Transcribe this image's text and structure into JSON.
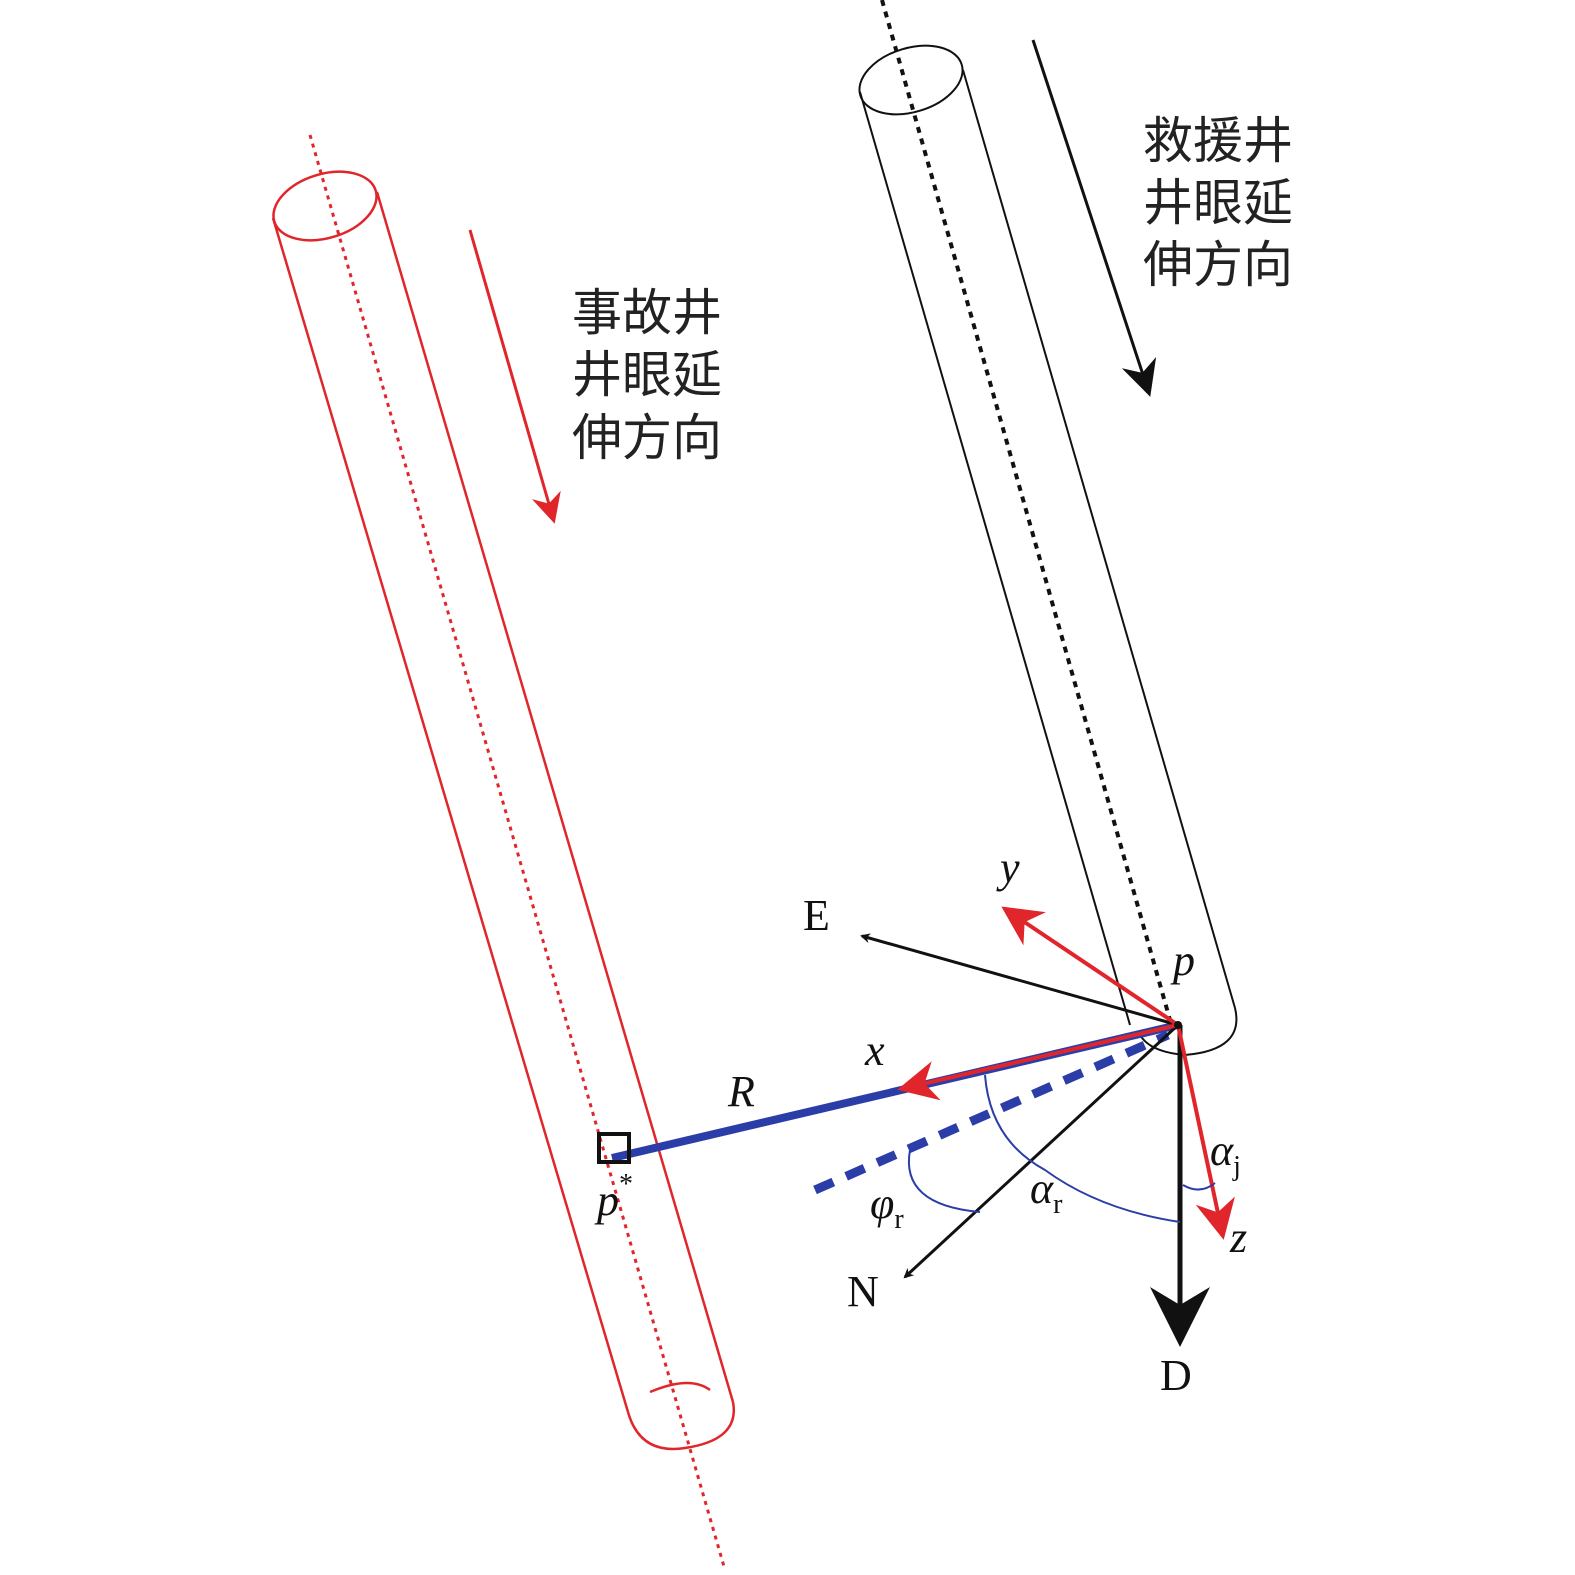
{
  "rescue_well": {
    "label_lines": [
      "救援井",
      "井眼延",
      "伸方向"
    ]
  },
  "accident_well": {
    "label_lines": [
      "事故井",
      "井眼延",
      "伸方向"
    ]
  },
  "axes": {
    "E": "E",
    "N": "N",
    "D": "D",
    "x": "x",
    "y": "y",
    "z": "z"
  },
  "points": {
    "p": "p",
    "p_star": "p",
    "p_star_sup": "*"
  },
  "distance": "R",
  "angles": {
    "alpha_j": "α",
    "alpha_j_sub": "j",
    "alpha_r": "α",
    "alpha_r_sub": "r",
    "phi_r": "φ",
    "phi_r_sub": "r"
  },
  "colors": {
    "rescue": "#111111",
    "accident": "#e0262b",
    "blue": "#2b3ea8"
  }
}
